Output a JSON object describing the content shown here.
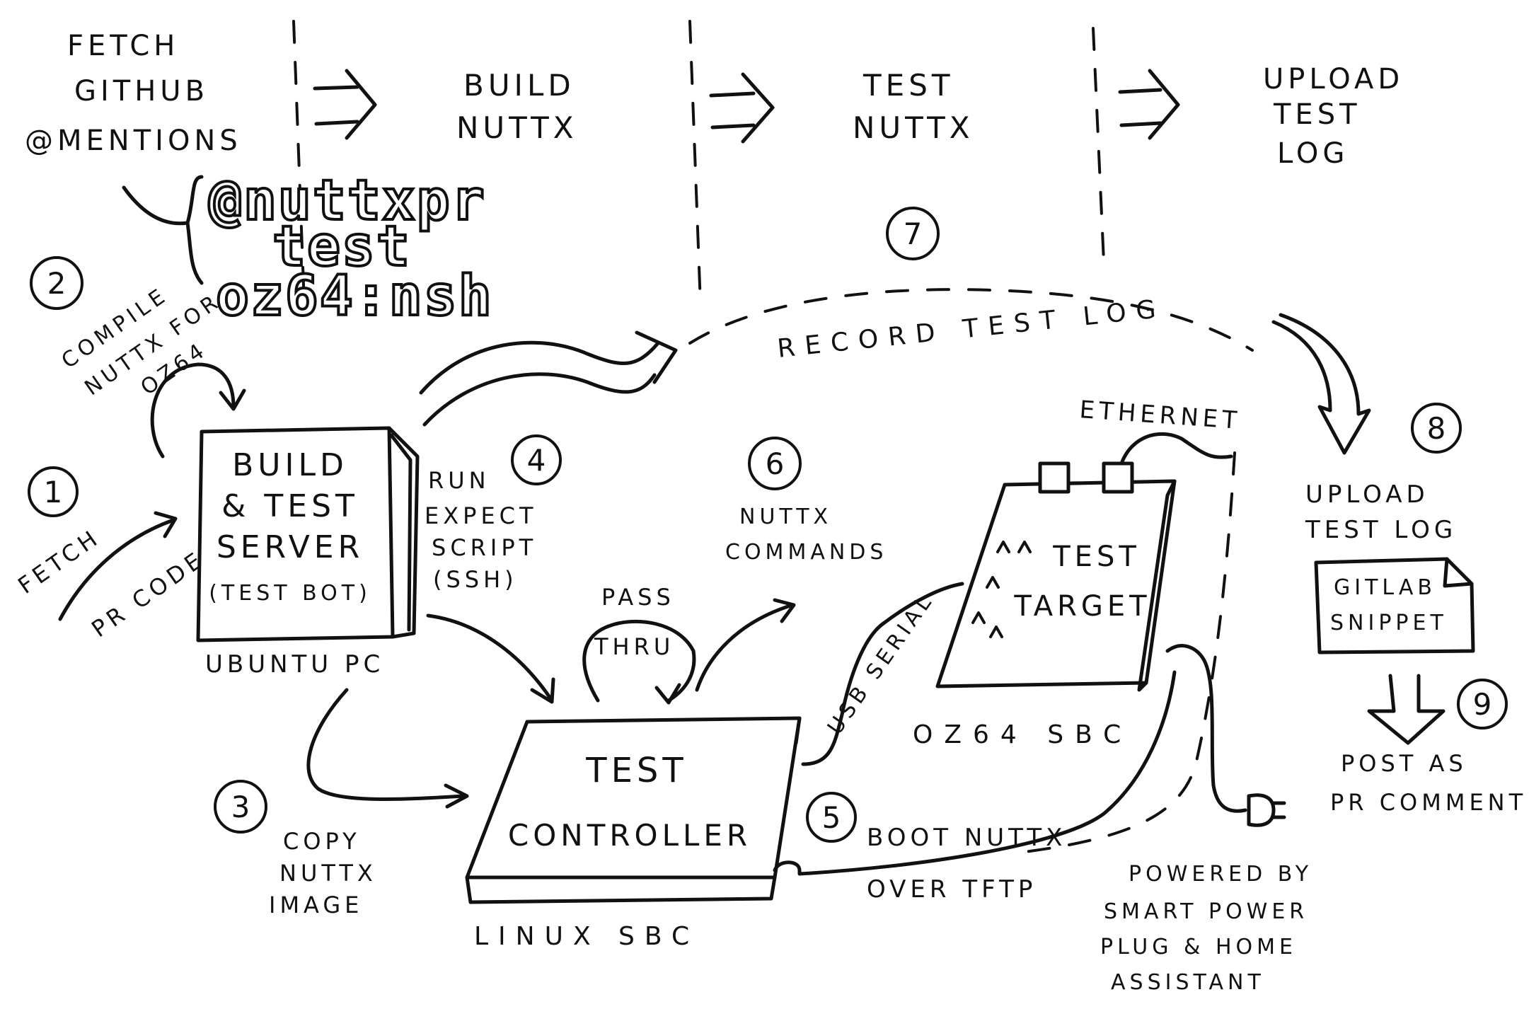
{
  "stages": {
    "fetch": [
      "FETCH",
      "GITHUB",
      "@MENTIONS"
    ],
    "build": [
      "BUILD",
      "NUTTX"
    ],
    "test": [
      "TEST",
      "NUTTX"
    ],
    "upload": [
      "UPLOAD",
      "TEST",
      "LOG"
    ]
  },
  "mention": [
    "@nuttxpr",
    "test",
    "oz64:nsh"
  ],
  "steps": {
    "s1": "1",
    "s2": "2",
    "s3": "3",
    "s4": "4",
    "s5": "5",
    "s6": "6",
    "s7": "7",
    "s8": "8",
    "s9": "9"
  },
  "labels": {
    "compile": [
      "COMPILE",
      "NUTTX FOR",
      "OZ64"
    ],
    "fetch_code": [
      "FETCH",
      "PR CODE"
    ],
    "server": [
      "BUILD",
      "& TEST",
      "SERVER",
      "(TEST BOT)"
    ],
    "ubuntu": "UBUNTU PC",
    "run_expect": [
      "RUN",
      "EXPECT",
      "SCRIPT",
      "(SSH)"
    ],
    "record": "RECORD TEST LOG",
    "nuttx_commands": [
      "NUTTX",
      "COMMANDS"
    ],
    "pass_thru": [
      "PASS",
      "THRU"
    ],
    "usb_serial": "USB SERIAL",
    "ethernet": "ETHERNET",
    "test_target": [
      "TEST",
      "TARGET"
    ],
    "oz64_sbc": "OZ64 SBC",
    "test_controller": [
      "TEST",
      "CONTROLLER"
    ],
    "linux_sbc": "LINUX SBC",
    "copy_image": [
      "COPY",
      "NUTTX",
      "IMAGE"
    ],
    "boot": [
      "BOOT NUTTX",
      "OVER TFTP"
    ],
    "upload_log": [
      "UPLOAD",
      "TEST LOG"
    ],
    "gitlab": [
      "GITLAB",
      "SNIPPET"
    ],
    "post": [
      "POST AS",
      "PR COMMENT"
    ],
    "powered": [
      "POWERED BY",
      "SMART POWER",
      "PLUG & HOME",
      "ASSISTANT"
    ]
  }
}
